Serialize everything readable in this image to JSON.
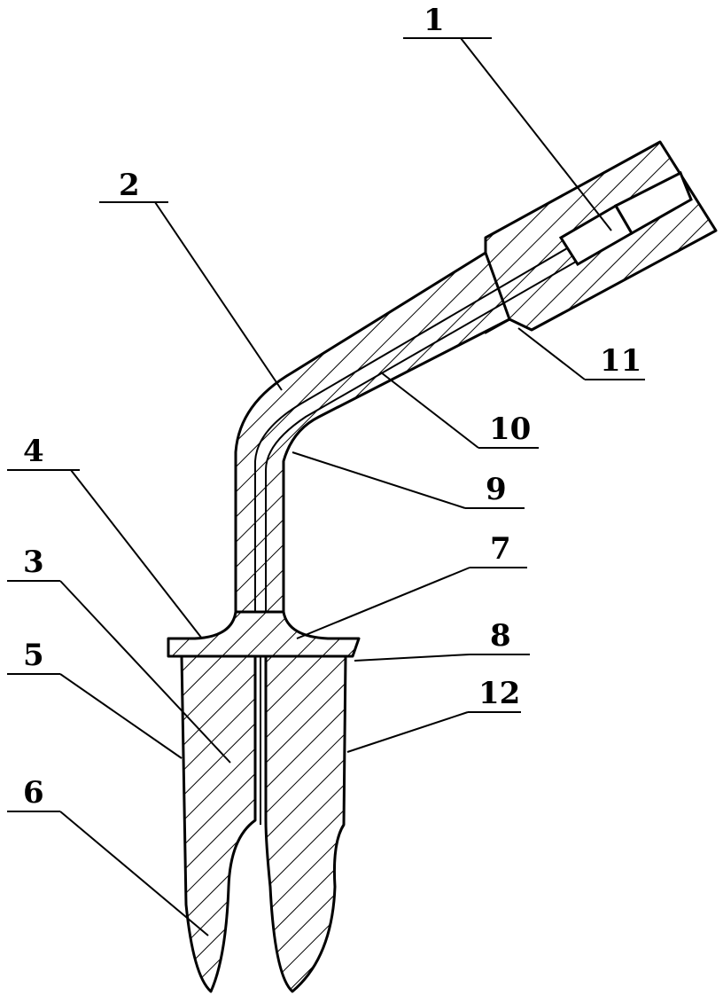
{
  "figure": {
    "part_labels": [
      {
        "id": "p1",
        "text": "1"
      },
      {
        "id": "p2",
        "text": "2"
      },
      {
        "id": "p3",
        "text": "3"
      },
      {
        "id": "p4",
        "text": "4"
      },
      {
        "id": "p5",
        "text": "5"
      },
      {
        "id": "p6",
        "text": "6"
      },
      {
        "id": "p7",
        "text": "7"
      },
      {
        "id": "p8",
        "text": "8"
      },
      {
        "id": "p9",
        "text": "9"
      },
      {
        "id": "p10",
        "text": "10"
      },
      {
        "id": "p11",
        "text": "11"
      },
      {
        "id": "p12",
        "text": "12"
      }
    ]
  }
}
